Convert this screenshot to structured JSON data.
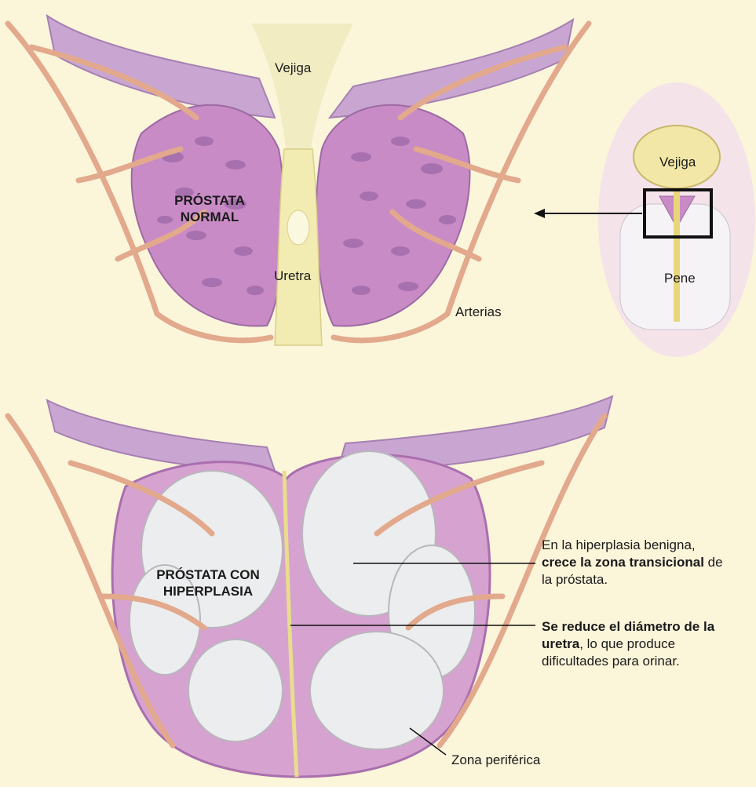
{
  "labels": {
    "vejiga_top": "Vejiga",
    "uretra": "Uretra",
    "arterias": "Arterias",
    "normal_line1": "PRÓSTATA",
    "normal_line2": "NORMAL",
    "hiper_line1": "PRÓSTATA CON",
    "hiper_line2": "HIPERPLASIA",
    "inset_vejiga": "Vejiga",
    "inset_pene": "Pene",
    "zona_periferica": "Zona periférica"
  },
  "notes": {
    "transicional_pre": "En la hiperplasia benigna,",
    "transicional_bold": "crece la zona transicional",
    "transicional_mid": " de",
    "transicional_post": "la próstata.",
    "uretra_bold1": "Se reduce el diámetro de la",
    "uretra_bold2": "uretra",
    "uretra_post1": ", lo que produce",
    "uretra_post2": "dificultades para orinar."
  },
  "colors": {
    "background": "#fbf5da",
    "prostate_normal": "#c98bc6",
    "prostate_lobule": "#8d5a9b",
    "bladder_wall": "#c9a6d2",
    "artery": "#e2a98c",
    "hyperplasia_nodule": "#ecedee",
    "urethra": "#f3ecb2"
  }
}
